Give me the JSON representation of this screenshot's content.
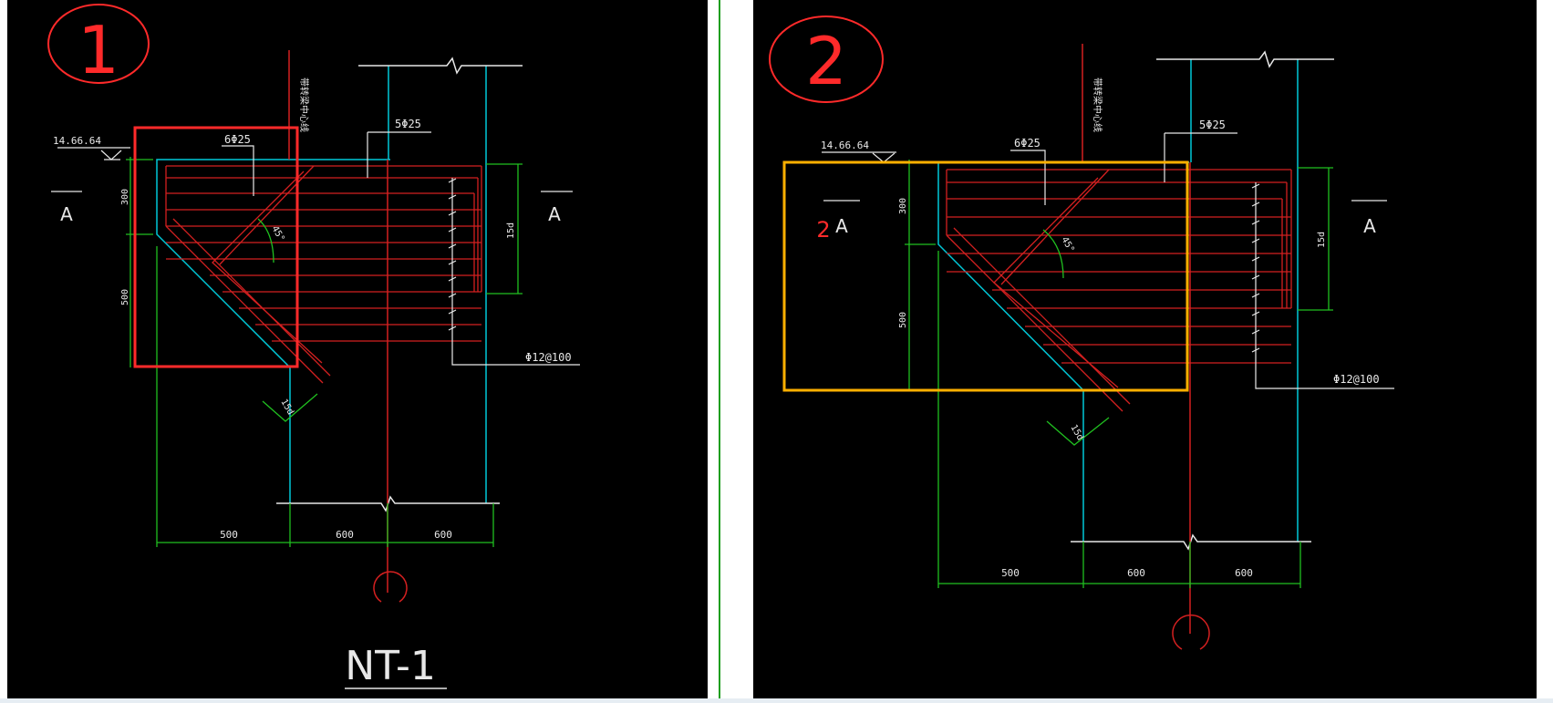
{
  "colors": {
    "background": "#000000",
    "red": "#d42020",
    "cyan": "#00c8d8",
    "green": "#20c020",
    "white": "#e8e8e8",
    "highlight_red": "#ff2a2a",
    "highlight_yellow": "#ffb000"
  },
  "panel1": {
    "circled_number": "1",
    "elevation": "14.66.64",
    "section_left": "A",
    "section_right": "A",
    "rebar_top_left": "6Φ25",
    "rebar_top_right": "5Φ25",
    "vertical_note": "带转梁中心线",
    "dim_300": "300",
    "dim_500_vertical": "500",
    "dim_15d": "15d",
    "angle": "45°",
    "dim_15d_diag": "15d",
    "stirrup": "Φ12@100",
    "dim_bottom_1": "500",
    "dim_bottom_2": "600",
    "dim_bottom_3": "600",
    "title": "NT-1"
  },
  "panel2": {
    "circled_number": "2",
    "elevation": "14.66.64",
    "section_left": "A",
    "section_right": "A",
    "annotation": "2",
    "rebar_top_left": "6Φ25",
    "rebar_top_right": "5Φ25",
    "vertical_note": "带转梁中心线",
    "dim_300": "300",
    "dim_500_vertical": "500",
    "dim_15d": "15d",
    "angle": "45°",
    "dim_15d_diag": "15d",
    "stirrup": "Φ12@100",
    "dim_bottom_1": "500",
    "dim_bottom_2": "600",
    "dim_bottom_3": "600"
  }
}
